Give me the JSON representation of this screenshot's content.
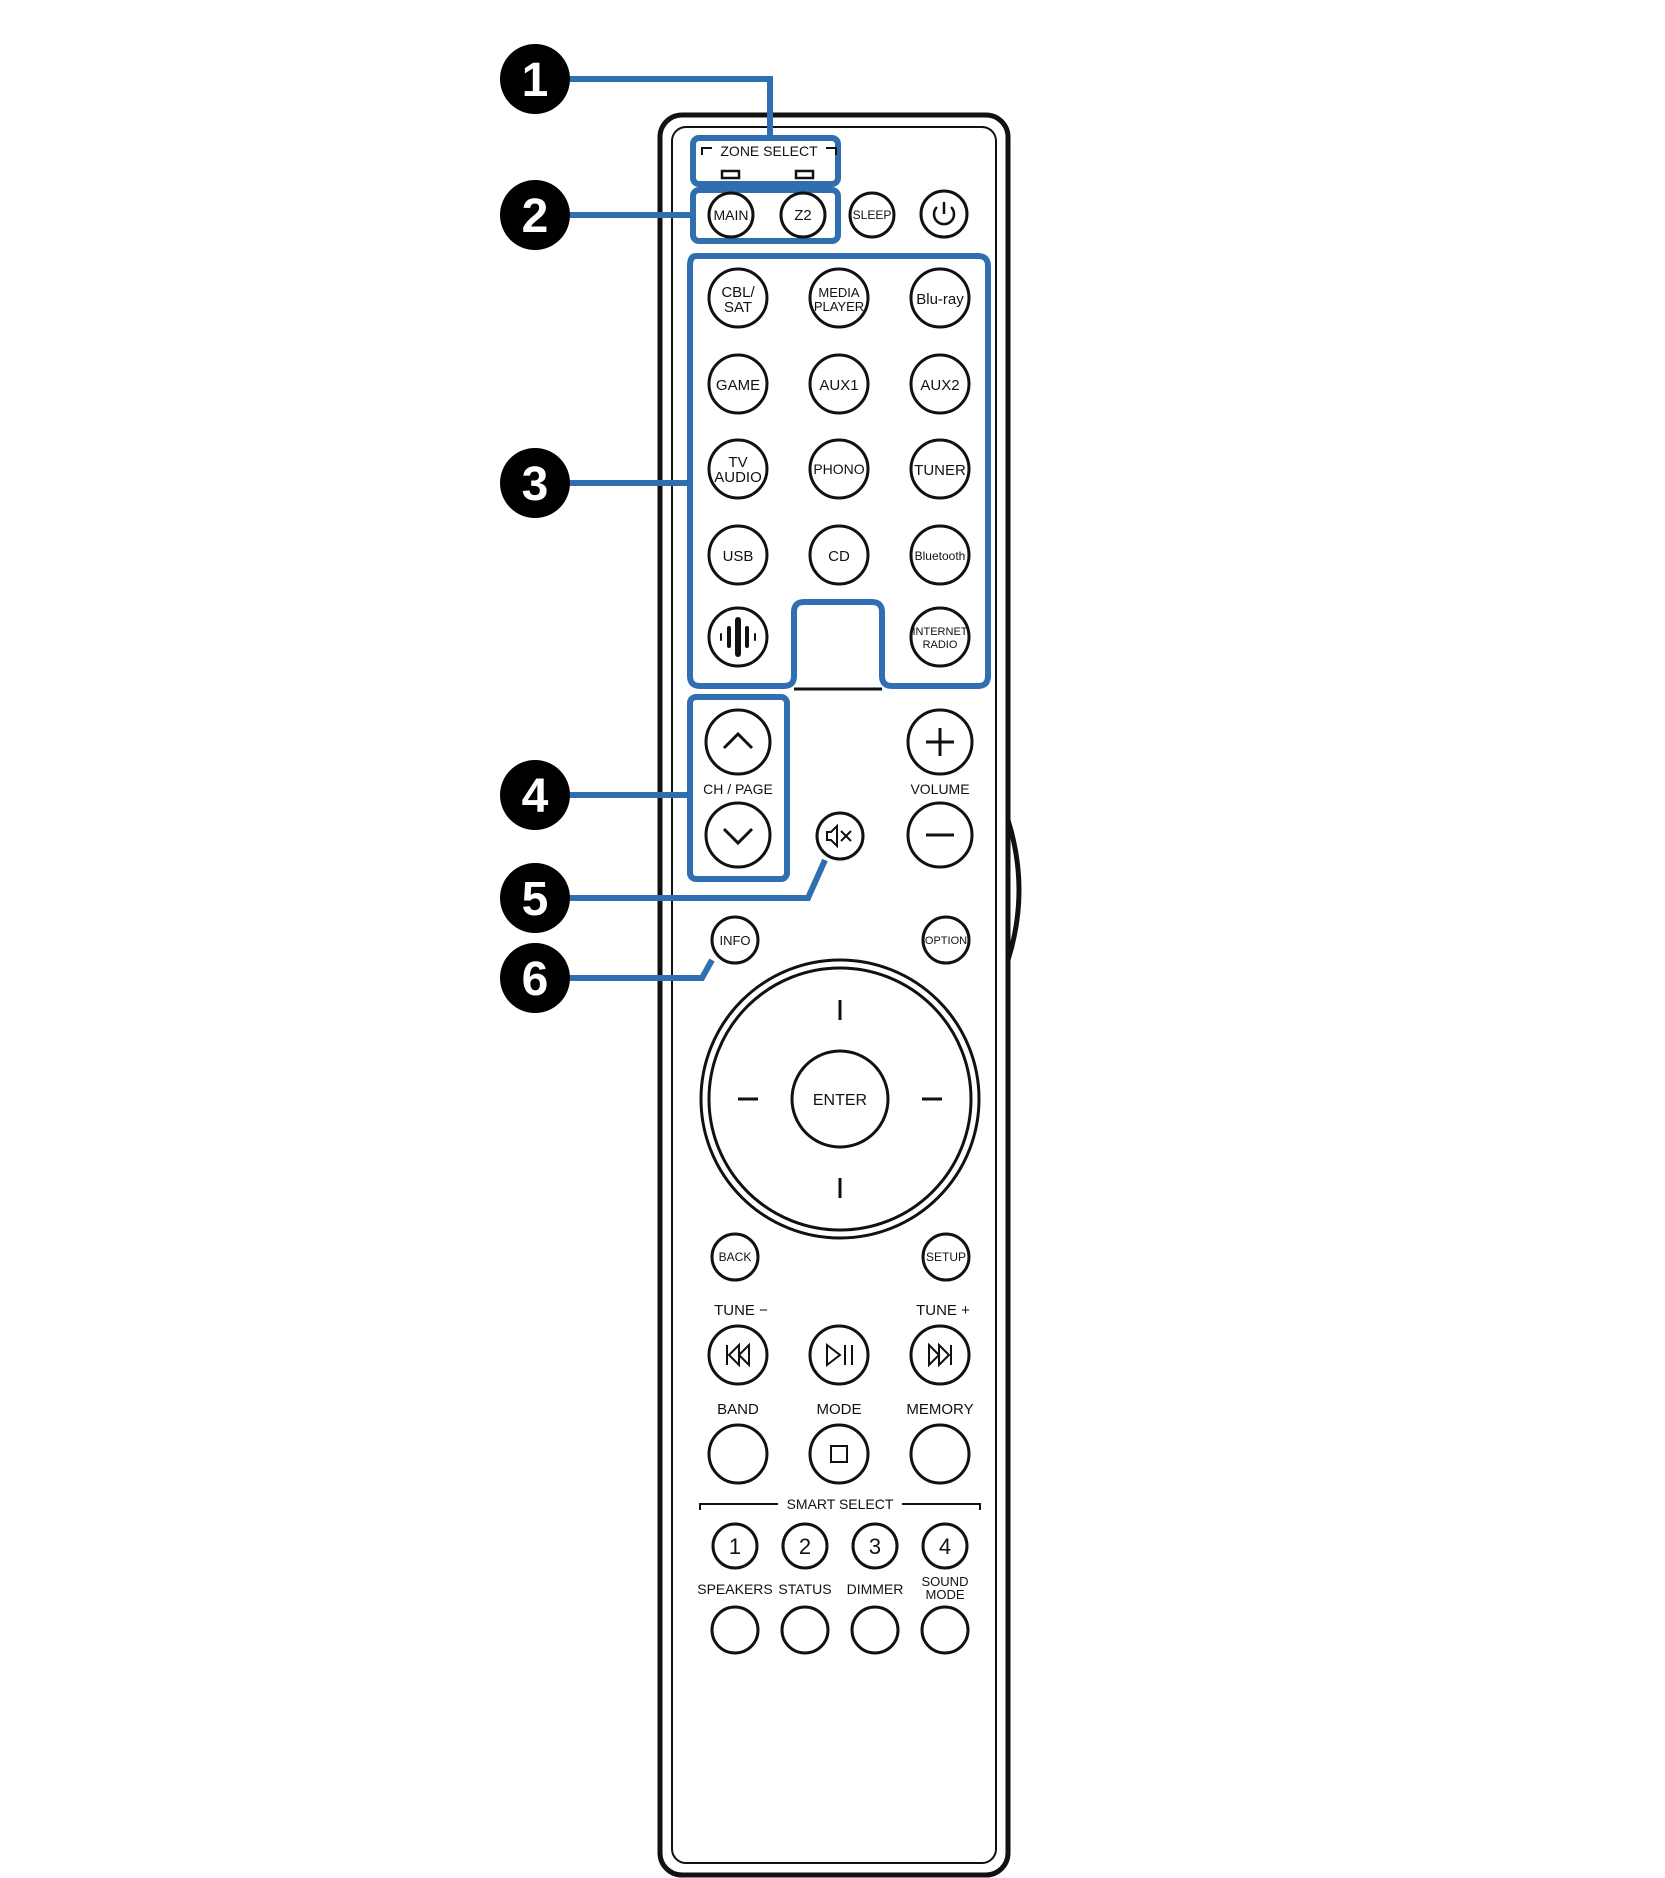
{
  "colors": {
    "callout": "#2f6fb0",
    "outline": "#111111",
    "background": "#ffffff"
  },
  "callouts": [
    "1",
    "2",
    "3",
    "4",
    "5",
    "6"
  ],
  "zone_select": {
    "label": "ZONE SELECT"
  },
  "top_row": {
    "main": "MAIN",
    "z2": "Z2",
    "sleep": "SLEEP",
    "power_icon": "power-icon"
  },
  "sources": {
    "cbl_sat": [
      "CBL/",
      "SAT"
    ],
    "media_player": [
      "MEDIA",
      "PLAYER"
    ],
    "bluray": "Blu-ray",
    "game": "GAME",
    "aux1": "AUX1",
    "aux2": "AUX2",
    "tv_audio": [
      "TV",
      "AUDIO"
    ],
    "phono": "PHONO",
    "tuner": "TUNER",
    "usb": "USB",
    "cd": "CD",
    "bluetooth": "Bluetooth",
    "heos_icon": "heos-icon",
    "internet_radio": [
      "INTERNET",
      "RADIO"
    ]
  },
  "channel": {
    "label": "CH / PAGE",
    "up_icon": "chevron-up-icon",
    "down_icon": "chevron-down-icon"
  },
  "volume": {
    "label": "VOLUME",
    "plus_icon": "plus-icon",
    "minus_icon": "minus-icon"
  },
  "mute_icon": "mute-icon",
  "info": "INFO",
  "option": "OPTION",
  "enter": "ENTER",
  "back": "BACK",
  "setup": "SETUP",
  "tune_minus": "TUNE −",
  "tune_plus": "TUNE +",
  "transport": {
    "prev_icon": "skip-back-icon",
    "play_pause_icon": "play-pause-icon",
    "next_icon": "skip-forward-icon"
  },
  "band": "BAND",
  "mode": "MODE",
  "memory": "MEMORY",
  "stop_icon": "stop-icon",
  "smart_select": {
    "label": "SMART SELECT",
    "numbers": [
      "1",
      "2",
      "3",
      "4"
    ]
  },
  "bottom": {
    "speakers": "SPEAKERS",
    "status": "STATUS",
    "dimmer": "DIMMER",
    "sound_mode": [
      "SOUND",
      "MODE"
    ]
  }
}
